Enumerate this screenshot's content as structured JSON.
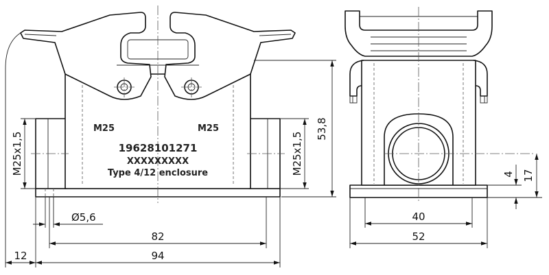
{
  "dimensions": {
    "thread_left": "M25x1,5",
    "thread_right": "M25x1,5",
    "height": "53,8",
    "hole_dia": "Ø5,6",
    "bolt_spacing": "82",
    "overall_width": "94",
    "flange_offset": "12",
    "side_base_inner": "40",
    "side_base_outer": "52",
    "side_small_height": "4",
    "side_entry_height": "17"
  },
  "markings": {
    "thread_label_left": "M25",
    "thread_label_right": "M25",
    "part_number": "19628101271",
    "placeholder": "XXXXXXXXX",
    "type_text": "Type 4/12 enclosure"
  }
}
